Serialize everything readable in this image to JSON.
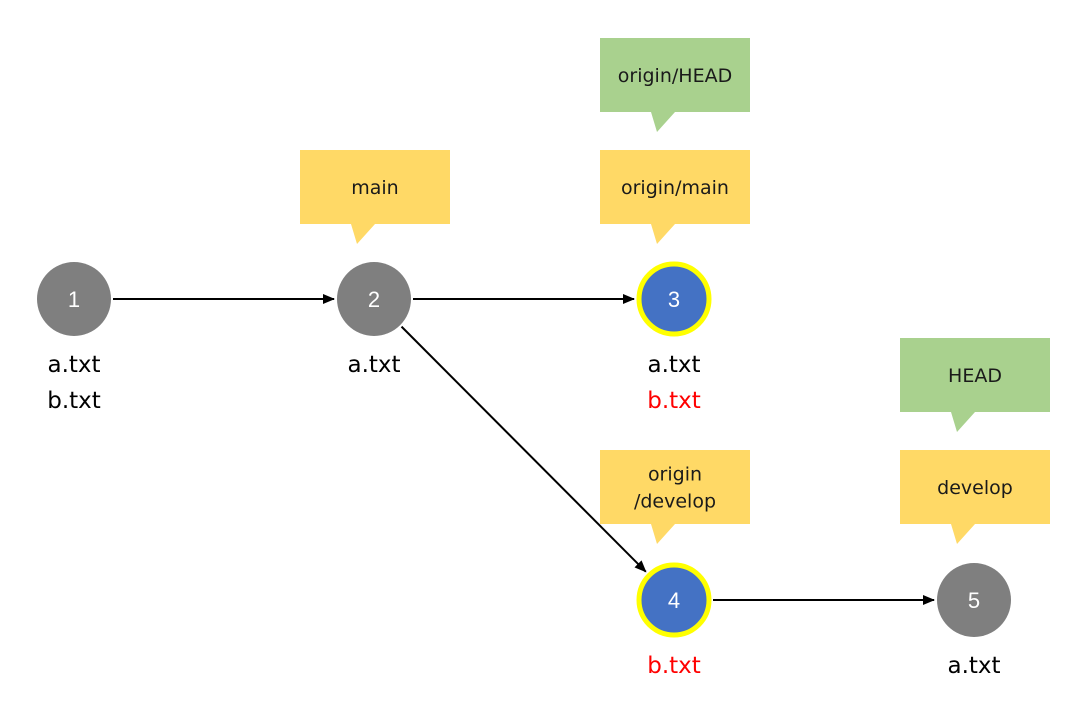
{
  "colors": {
    "node_default": "#7f7f7f",
    "node_highlight": "#4472c4",
    "node_highlight_ring": "#ffff00",
    "branch_callout": "#ffd966",
    "head_callout": "#a9d18e",
    "file_default": "#000000",
    "file_changed": "#ff0000",
    "edge": "#000000"
  },
  "commits": [
    {
      "id": "c1",
      "label": "1",
      "style": "default",
      "files": [
        {
          "name": "a.txt",
          "changed": false
        },
        {
          "name": "b.txt",
          "changed": false
        }
      ]
    },
    {
      "id": "c2",
      "label": "2",
      "style": "default",
      "files": [
        {
          "name": "a.txt",
          "changed": false
        }
      ]
    },
    {
      "id": "c3",
      "label": "3",
      "style": "highlight",
      "files": [
        {
          "name": "a.txt",
          "changed": false
        },
        {
          "name": "b.txt",
          "changed": true
        }
      ]
    },
    {
      "id": "c4",
      "label": "4",
      "style": "highlight",
      "files": [
        {
          "name": "b.txt",
          "changed": true
        }
      ]
    },
    {
      "id": "c5",
      "label": "5",
      "style": "default",
      "files": [
        {
          "name": "a.txt",
          "changed": false
        }
      ]
    }
  ],
  "edges": [
    {
      "from": "c1",
      "to": "c2"
    },
    {
      "from": "c2",
      "to": "c3"
    },
    {
      "from": "c2",
      "to": "c4"
    },
    {
      "from": "c4",
      "to": "c5"
    }
  ],
  "refs": [
    {
      "id": "ref-main",
      "commit": "c2",
      "kind": "branch",
      "lines": [
        "main"
      ]
    },
    {
      "id": "ref-origin-main",
      "commit": "c3",
      "kind": "branch",
      "lines": [
        "origin/main"
      ]
    },
    {
      "id": "ref-origin-head",
      "commit": "c3",
      "kind": "head",
      "lines": [
        "origin/HEAD"
      ]
    },
    {
      "id": "ref-origin-develop",
      "commit": "c4",
      "kind": "branch",
      "lines": [
        "origin",
        "/develop"
      ]
    },
    {
      "id": "ref-develop",
      "commit": "c5",
      "kind": "branch",
      "lines": [
        "develop"
      ]
    },
    {
      "id": "ref-head",
      "commit": "c5",
      "kind": "head",
      "lines": [
        "HEAD"
      ]
    }
  ]
}
